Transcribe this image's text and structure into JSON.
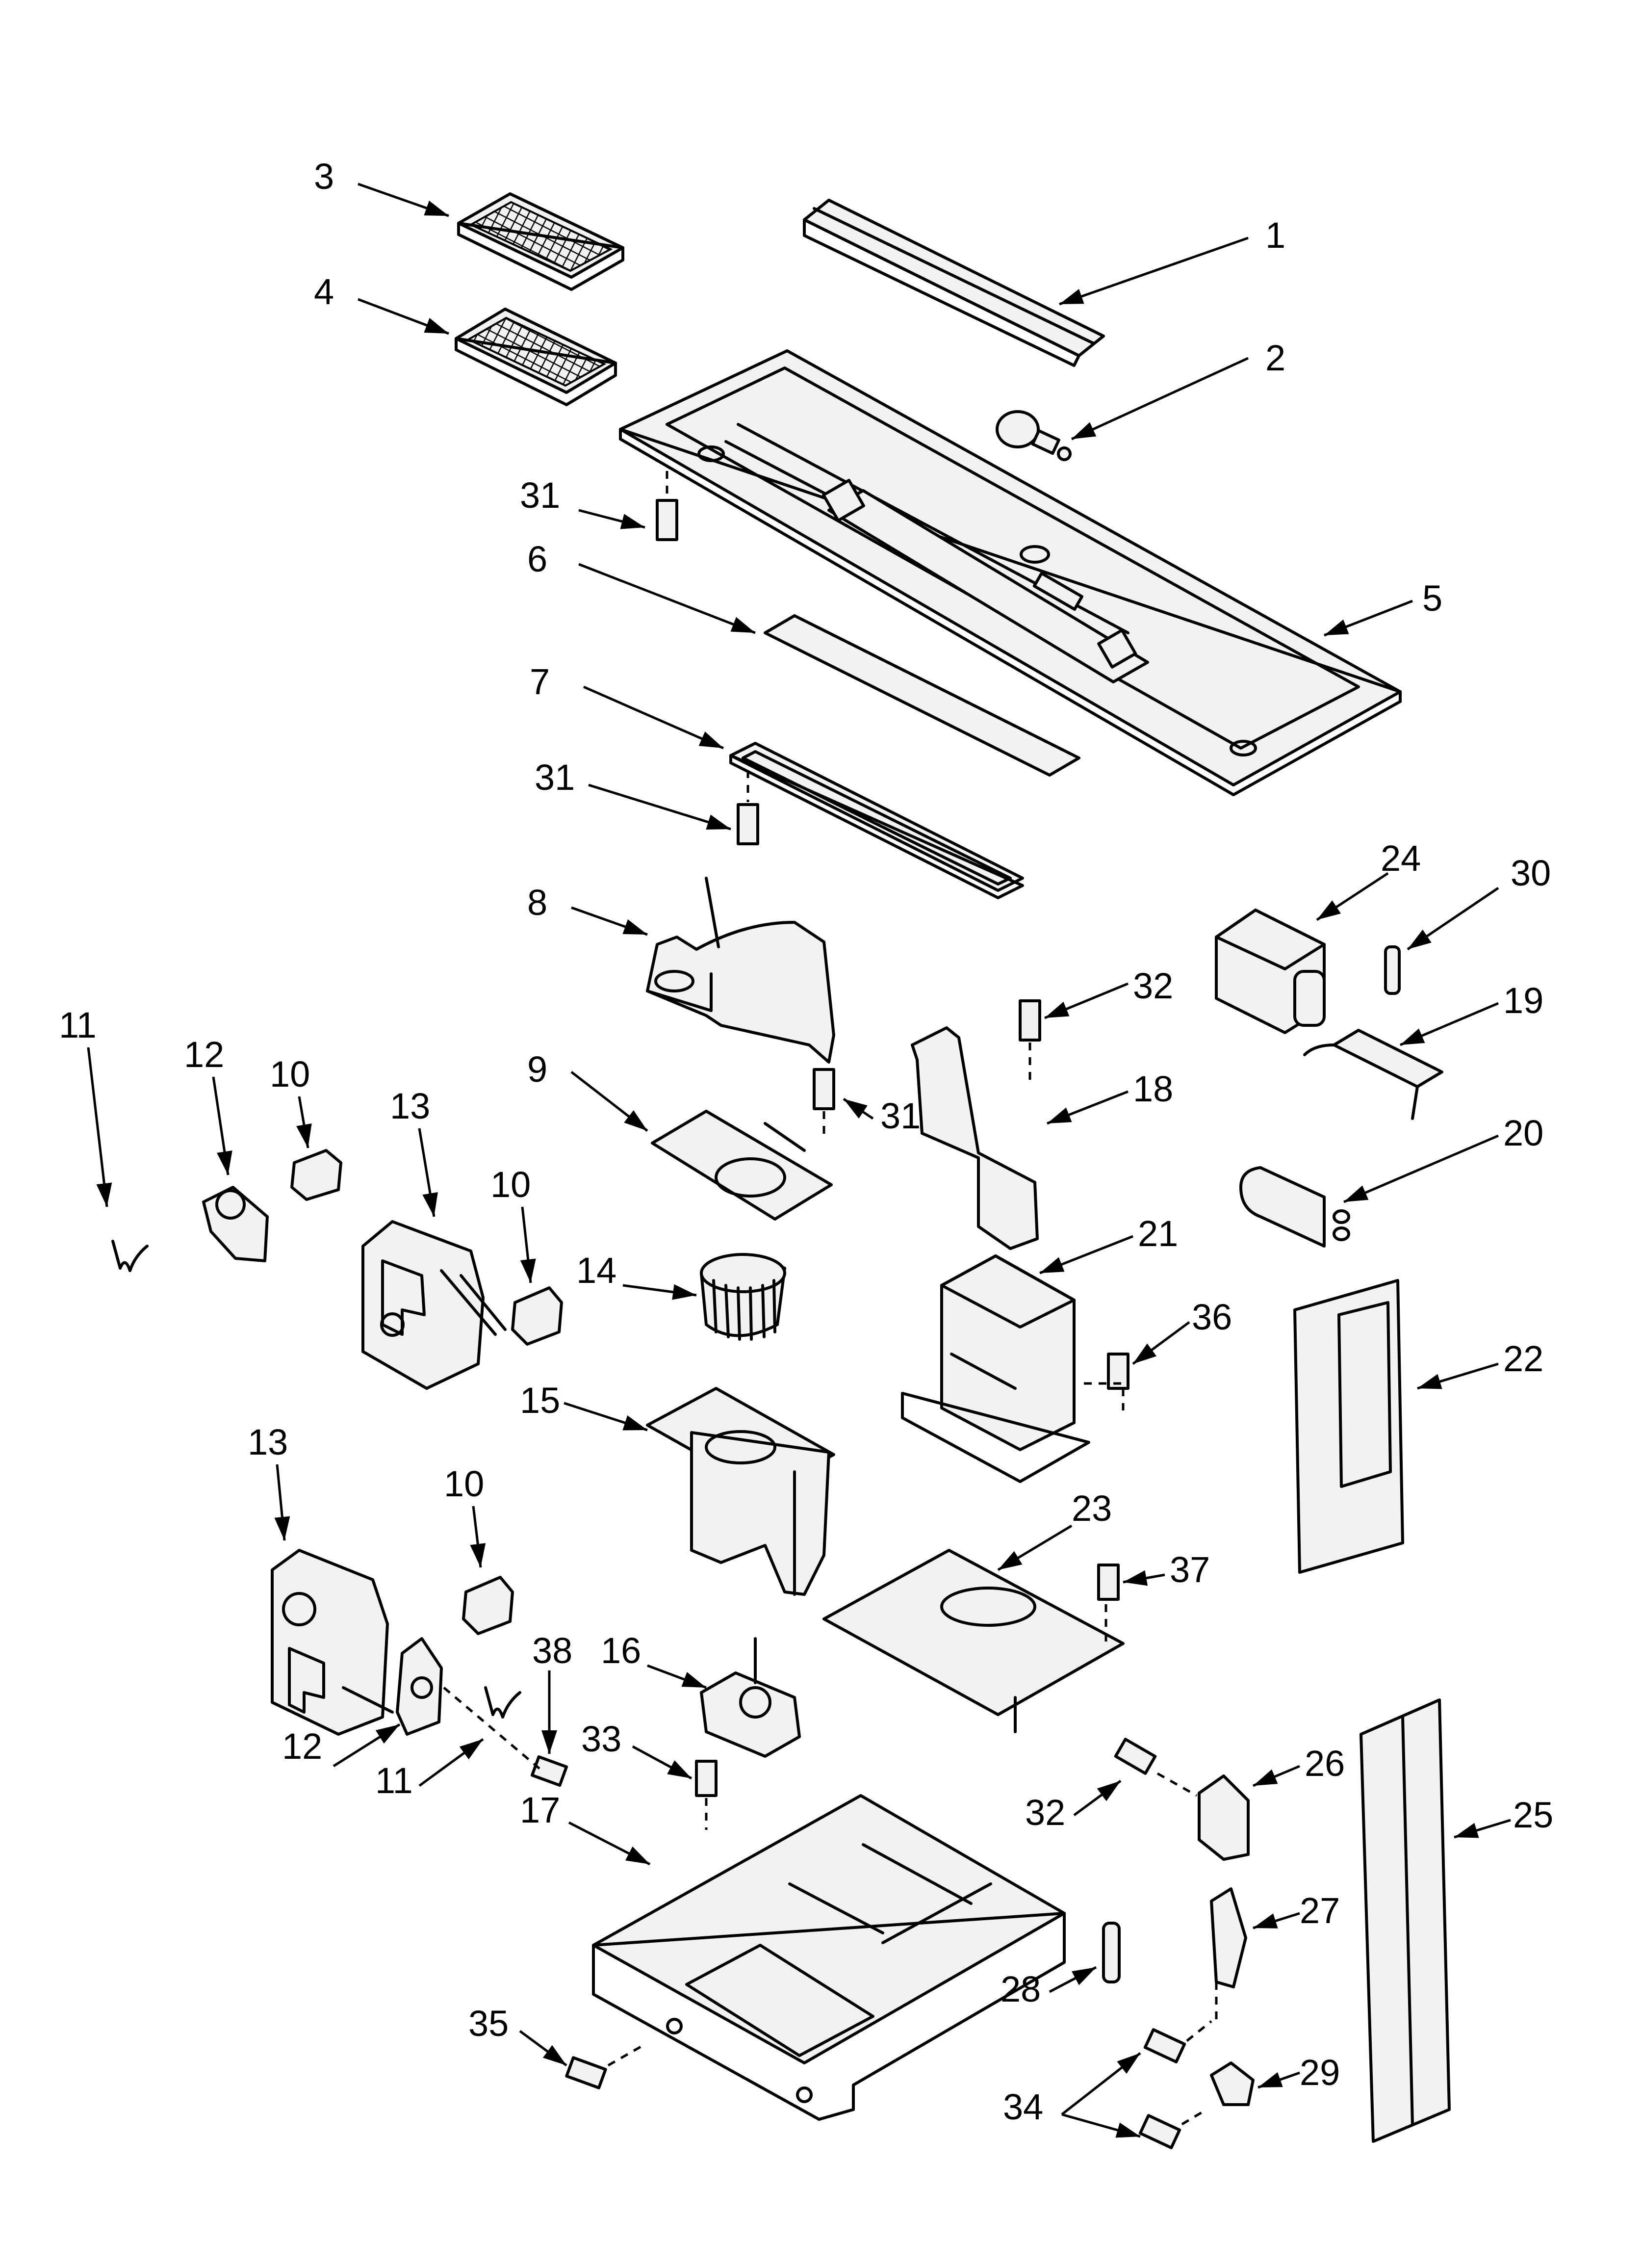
{
  "callouts": [
    {
      "label": "1"
    },
    {
      "label": "2"
    },
    {
      "label": "3"
    },
    {
      "label": "4"
    },
    {
      "label": "5"
    },
    {
      "label": "6"
    },
    {
      "label": "7"
    },
    {
      "label": "31"
    },
    {
      "label": "31"
    },
    {
      "label": "31"
    },
    {
      "label": "8"
    },
    {
      "label": "9"
    },
    {
      "label": "10"
    },
    {
      "label": "10"
    },
    {
      "label": "10"
    },
    {
      "label": "11"
    },
    {
      "label": "11"
    },
    {
      "label": "12"
    },
    {
      "label": "12"
    },
    {
      "label": "13"
    },
    {
      "label": "13"
    },
    {
      "label": "14"
    },
    {
      "label": "15"
    },
    {
      "label": "16"
    },
    {
      "label": "17"
    },
    {
      "label": "18"
    },
    {
      "label": "19"
    },
    {
      "label": "20"
    },
    {
      "label": "21"
    },
    {
      "label": "22"
    },
    {
      "label": "23"
    },
    {
      "label": "24"
    },
    {
      "label": "25"
    },
    {
      "label": "26"
    },
    {
      "label": "27"
    },
    {
      "label": "28"
    },
    {
      "label": "29"
    },
    {
      "label": "30"
    },
    {
      "label": "32"
    },
    {
      "label": "32"
    },
    {
      "label": "33"
    },
    {
      "label": "34"
    },
    {
      "label": "35"
    },
    {
      "label": "36"
    },
    {
      "label": "37"
    },
    {
      "label": "38"
    }
  ]
}
